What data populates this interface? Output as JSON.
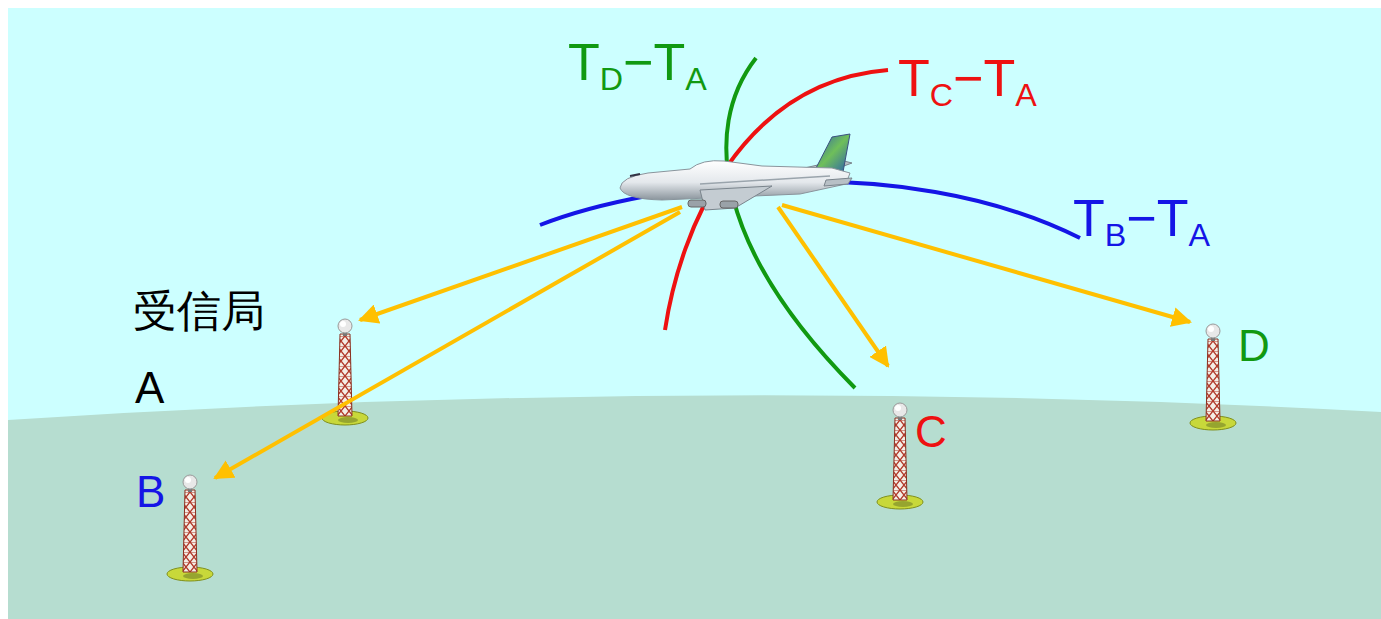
{
  "diagram": {
    "labels": [
      "TD−TA",
      "TC−TA",
      "TB−TA",
      "受信局",
      "A",
      "B",
      "C",
      "D"
    ]
  }
}
